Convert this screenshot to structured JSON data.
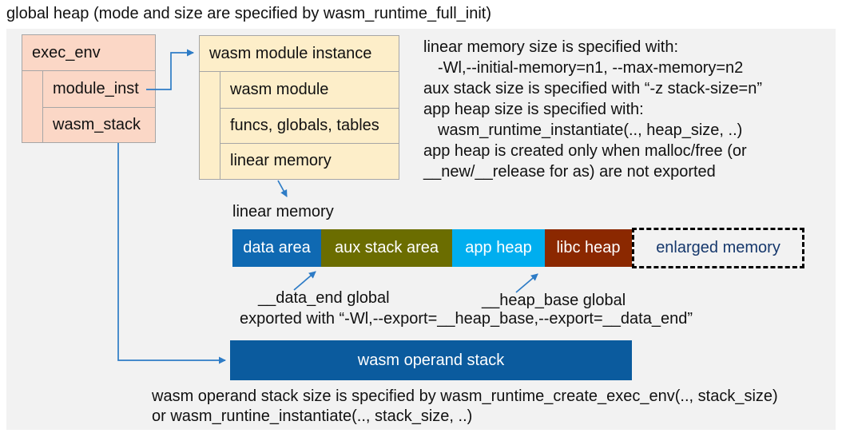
{
  "title": "global heap (mode and size are specified by wasm_runtime_full_init)",
  "exec_env": {
    "header": "exec_env",
    "rows": [
      "module_inst",
      "wasm_stack"
    ]
  },
  "module_instance": {
    "header": "wasm module instance",
    "rows": [
      "wasm module",
      "funcs, globals, tables",
      "linear memory"
    ]
  },
  "notes": {
    "lines": [
      {
        "text": "linear memory size is specified with:"
      },
      {
        "text": "-Wl,--initial-memory=n1, --max-memory=n2"
      },
      {
        "text": "aux stack size is specified with “-z stack-size=n”"
      },
      {
        "text": "app heap size is specified with:"
      },
      {
        "text": "wasm_runtime_instantiate(.., heap_size, ..)"
      },
      {
        "text": "app heap is created only when malloc/free (or"
      },
      {
        "text": "__new/__release for as) are not exported"
      }
    ]
  },
  "linear_memory": {
    "label": "linear memory",
    "segments": [
      {
        "label": "data area",
        "color": "#0f69b2",
        "text_color": "#ffffff"
      },
      {
        "label": "aux stack area",
        "color": "#6b6d00",
        "text_color": "#ffffff"
      },
      {
        "label": "app heap",
        "color": "#00aeef",
        "text_color": "#ffffff"
      },
      {
        "label": "libc heap",
        "color": "#8b2800",
        "text_color": "#ffffff"
      },
      {
        "label": "enlarged memory",
        "style": "dashed-outline",
        "border_color": "#000000",
        "text_color": "#16386c"
      }
    ],
    "annotations": {
      "data_end": "__data_end global",
      "heap_base": "__heap_base global",
      "exported": "exported with “-Wl,--export=__heap_base,--export=__data_end”"
    }
  },
  "operand_stack": {
    "label": "wasm operand stack",
    "color": "#0b5b9e"
  },
  "footer": {
    "lines": [
      "wasm operand stack size is specified by wasm_runtime_create_exec_env(.., stack_size)",
      "or wasm_runtine_instantiate(.., stack_size, ..)"
    ]
  },
  "colors": {
    "panel_background": "#f2f2f2",
    "struct_exec_env_fill": "#fbd7c6",
    "struct_module_instance_fill": "#fdeec9",
    "struct_border": "#a6a6a6",
    "connector_arrow": "#2e7cc6"
  }
}
